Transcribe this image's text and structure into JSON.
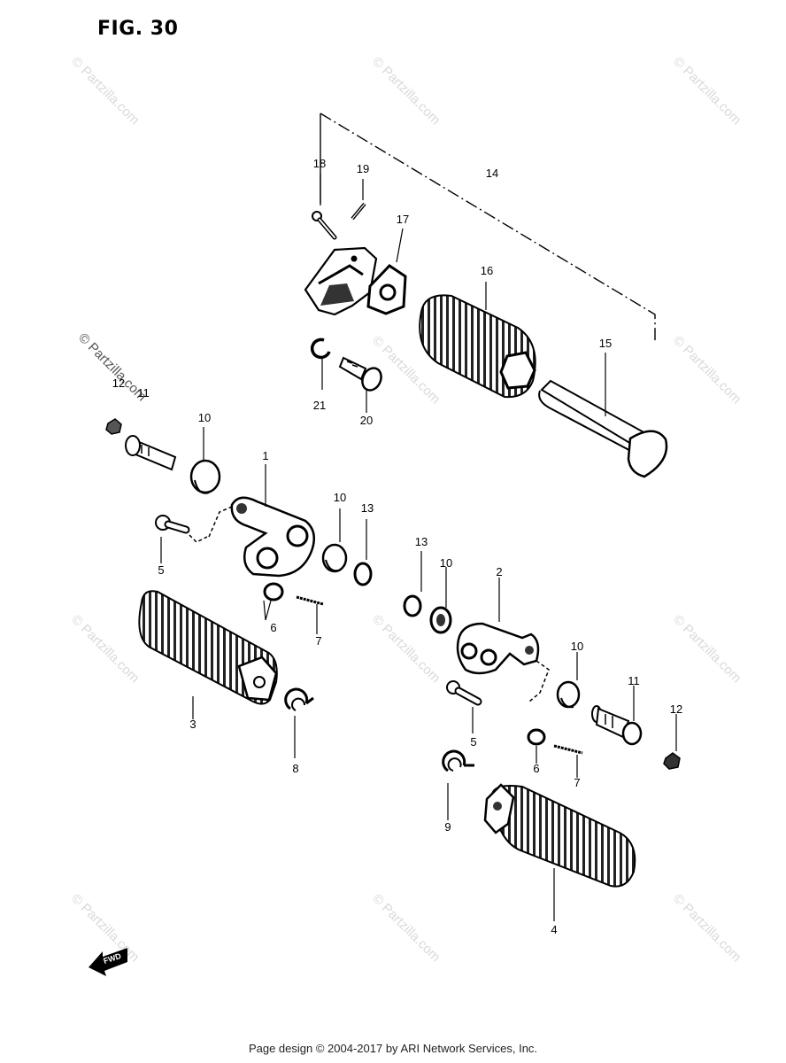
{
  "figure": {
    "title": "FIG. 30"
  },
  "watermark": {
    "text": "© Partzilla.com"
  },
  "callouts": {
    "c1": "1",
    "c2": "2",
    "c3": "3",
    "c4": "4",
    "c5a": "5",
    "c5b": "5",
    "c6a": "6",
    "c6b": "6",
    "c7a": "7",
    "c7b": "7",
    "c8": "8",
    "c9": "9",
    "c10a": "10",
    "c10b": "10",
    "c10c": "10",
    "c10d": "10",
    "c11a": "11",
    "c11b": "11",
    "c12a": "12",
    "c12b": "12",
    "c13a": "13",
    "c13b": "13",
    "c14": "14",
    "c15": "15",
    "c16": "16",
    "c17": "17",
    "c18": "18",
    "c19": "19",
    "c20": "20",
    "c21": "21"
  },
  "direction_badge": {
    "label": "FWD"
  },
  "footer": {
    "text": "Page design © 2004-2017 by ARI Network Services, Inc."
  }
}
